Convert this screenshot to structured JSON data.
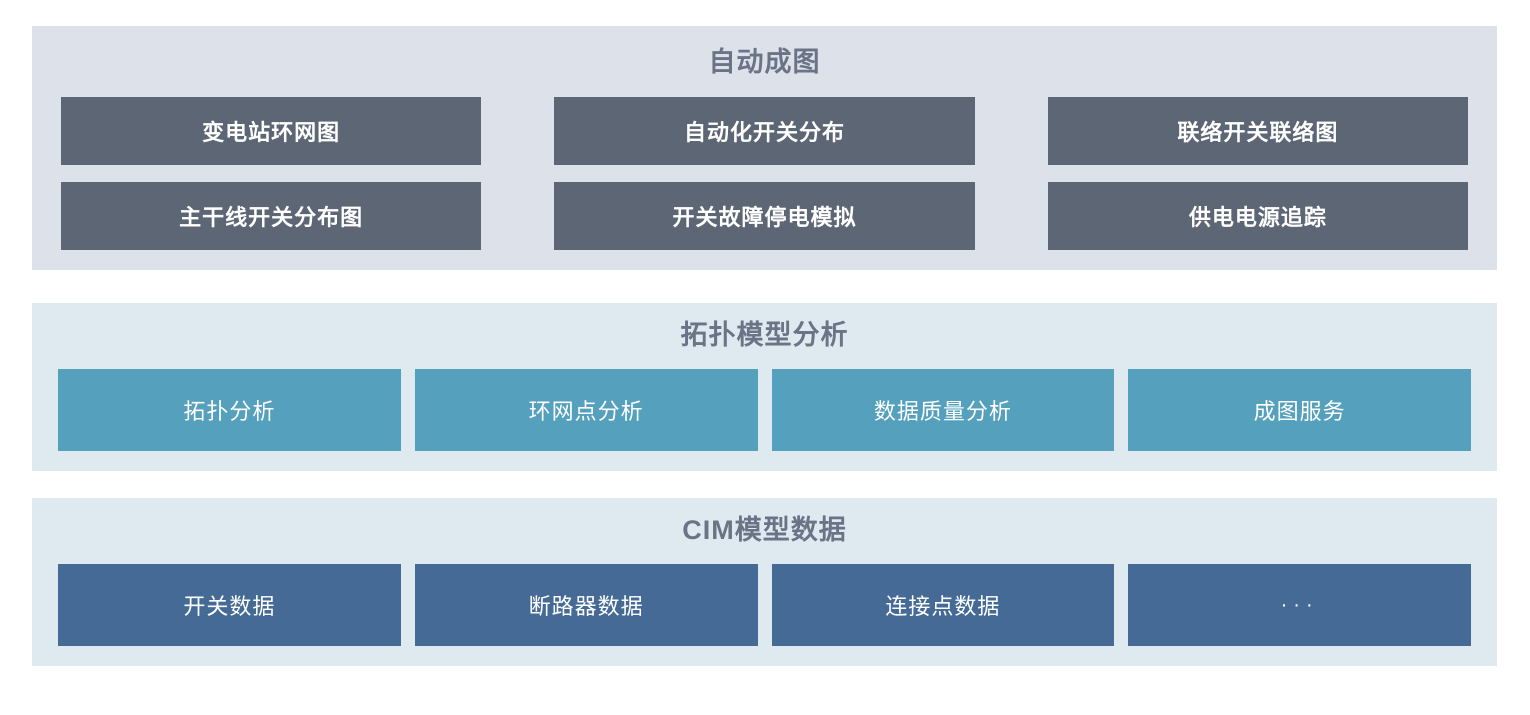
{
  "sections": [
    {
      "id": "auto-mapping",
      "title": "自动成图",
      "background": "#dde1e9",
      "button_color": "#5d6674",
      "button_text_color": "#ffffff",
      "buttons": [
        {
          "label": "变电站环网图"
        },
        {
          "label": "自动化开关分布"
        },
        {
          "label": "联络开关联络图"
        },
        {
          "label": "主干线开关分布图"
        },
        {
          "label": "开关故障停电模拟"
        },
        {
          "label": "供电电源追踪"
        }
      ]
    },
    {
      "id": "topology-model-analysis",
      "title": "拓扑模型分析",
      "background": "#dfeaf0",
      "button_color": "#54a0bd",
      "button_text_color": "#ffffff",
      "buttons": [
        {
          "label": "拓扑分析"
        },
        {
          "label": "环网点分析"
        },
        {
          "label": "数据质量分析"
        },
        {
          "label": "成图服务"
        }
      ]
    },
    {
      "id": "cim-model-data",
      "title": "CIM模型数据",
      "background": "#dfeaf0",
      "button_color": "#456a96",
      "button_text_color": "#ffffff",
      "buttons": [
        {
          "label": "开关数据"
        },
        {
          "label": "断路器数据"
        },
        {
          "label": "连接点数据"
        },
        {
          "label": "···"
        }
      ]
    }
  ],
  "title_color": "#6b7486",
  "page_background": "#ffffff"
}
